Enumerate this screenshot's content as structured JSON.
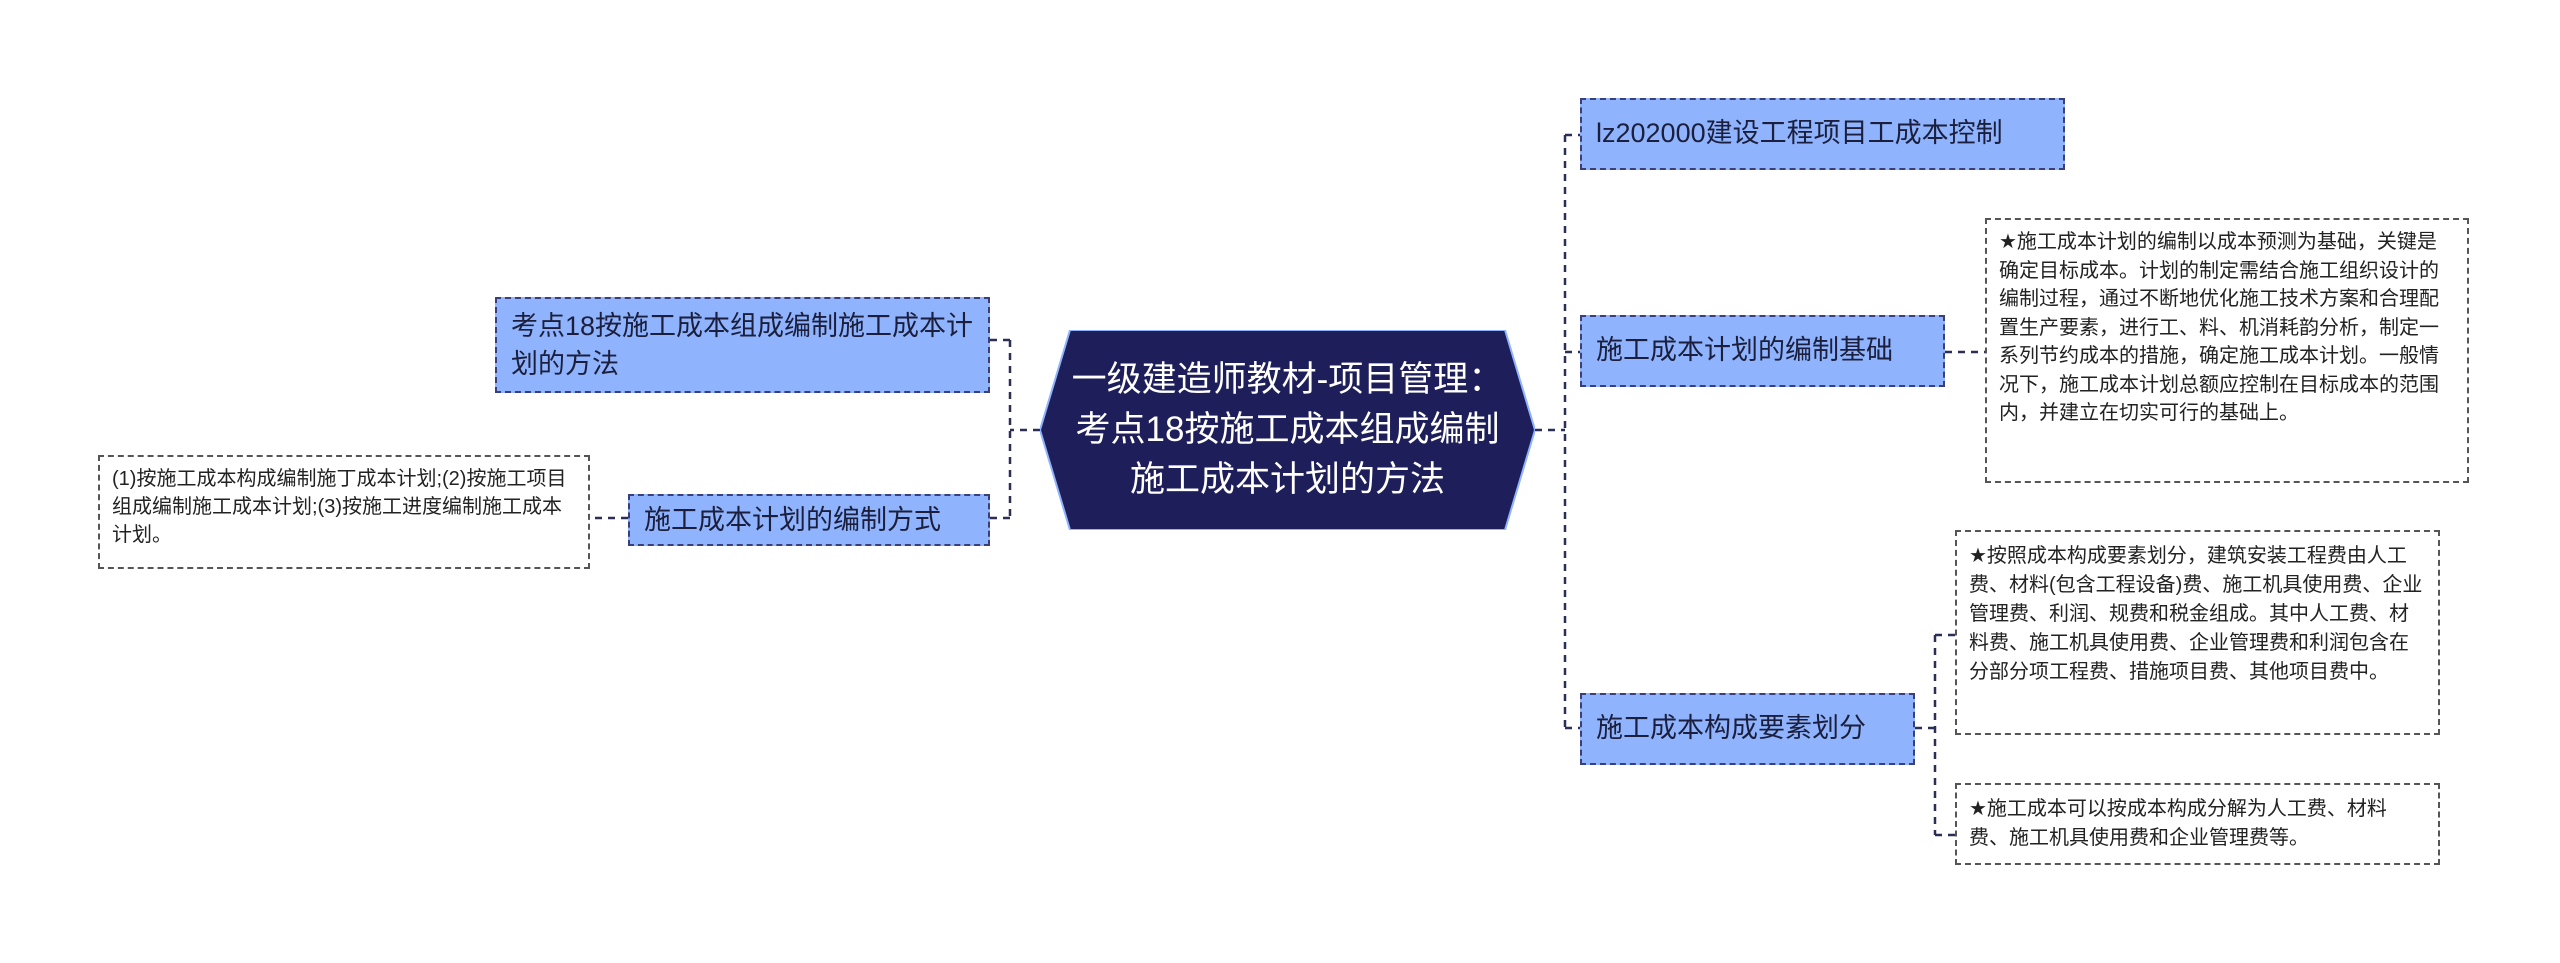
{
  "mindmap": {
    "center": {
      "title": "一级建造师教材-项目管理：考点18按施工成本组成编制施工成本计划的方法"
    },
    "left": [
      {
        "label": "考点18按施工成本组成编制施工成本计划的方法"
      },
      {
        "label": "施工成本计划的编制方式",
        "note": "(1)按施工成本构成编制施丁成本计划;(2)按施工项目组成编制施工成本计划;(3)按施工进度编制施工成本计划。"
      }
    ],
    "right": [
      {
        "label": "lz202000建设工程项目工成本控制"
      },
      {
        "label": "施工成本计划的编制基础",
        "note": "★施工成本计划的编制以成本预测为基础，关键是确定目标成本。计划的制定需结合施工组织设计的编制过程，通过不断地优化施工技术方案和合理配置生产要素，进行工、料、机消耗韵分析，制定一系列节约成本的措施，确定施工成本计划。一般情况下，施工成本计划总额应控制在目标成本的范围内，并建立在切实可行的基础上。"
      },
      {
        "label": "施工成本构成要素划分",
        "notes": [
          "★按照成本构成要素划分，建筑安装工程费由人工费、材料(包含工程设备)费、施工机具使用费、企业管理费、利润、规费和税金组成。其中人工费、材料费、施工机具使用费、企业管理费和利润包含在分部分项工程费、措施项目费、其他项目费中。",
          "★施工成本可以按成本构成分解为人工费、材料费、施工机具使用费和企业管理费等。"
        ]
      }
    ]
  },
  "colors": {
    "center_fill": "#1e1f5a",
    "topic_fill": "#8fb3fc",
    "connector": "#2b2f55"
  }
}
